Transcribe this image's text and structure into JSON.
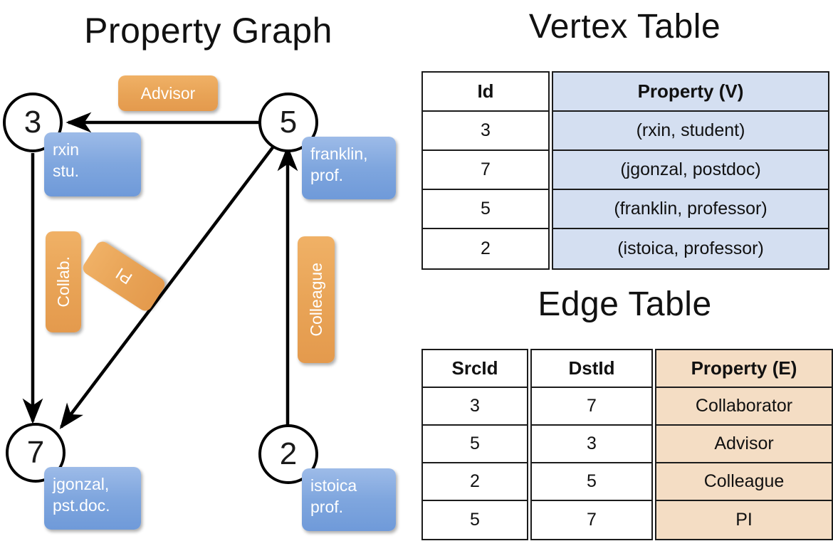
{
  "graph": {
    "title": "Property Graph",
    "nodes": [
      {
        "id": "3",
        "property_label": "rxin\nstu."
      },
      {
        "id": "5",
        "property_label": "franklin,\nprof."
      },
      {
        "id": "7",
        "property_label": "jgonzal,\npst.doc."
      },
      {
        "id": "2",
        "property_label": "istoica\nprof."
      }
    ],
    "node_labels": {
      "n3": "3",
      "n5": "5",
      "n7": "7",
      "n2": "2"
    },
    "vertex_props": {
      "rxin_line1": "rxin",
      "rxin_line2": "stu.",
      "franklin_line1": "franklin,",
      "franklin_line2": "prof.",
      "jgonzal_line1": "jgonzal,",
      "jgonzal_line2": "pst.doc.",
      "istoica_line1": "istoica",
      "istoica_line2": "prof."
    },
    "edge_labels": {
      "advisor": "Advisor",
      "collab": "Collab.",
      "pi": "PI",
      "colleague": "Colleague"
    },
    "edges": [
      {
        "from": "5",
        "to": "3",
        "label": "Advisor"
      },
      {
        "from": "3",
        "to": "7",
        "label": "Collab."
      },
      {
        "from": "5",
        "to": "7",
        "label": "PI"
      },
      {
        "from": "2",
        "to": "5",
        "label": "Colleague"
      }
    ],
    "colors": {
      "node_stroke": "#000000",
      "vertex_box": "#7fa6de",
      "edge_box": "#e8a356",
      "arrow": "#000000"
    }
  },
  "vertex_table": {
    "title": "Vertex Table",
    "headers": [
      "Id",
      "Property (V)"
    ],
    "rows": [
      {
        "id": "3",
        "property": "(rxin, student)"
      },
      {
        "id": "7",
        "property": "(jgonzal, postdoc)"
      },
      {
        "id": "5",
        "property": "(franklin, professor)"
      },
      {
        "id": "2",
        "property": "(istoica, professor)"
      }
    ],
    "header_fill": "#d4dff1"
  },
  "edge_table": {
    "title": "Edge Table",
    "headers": [
      "SrcId",
      "DstId",
      "Property (E)"
    ],
    "rows": [
      {
        "src": "3",
        "dst": "7",
        "property": "Collaborator"
      },
      {
        "src": "5",
        "dst": "3",
        "property": "Advisor"
      },
      {
        "src": "2",
        "dst": "5",
        "property": "Colleague"
      },
      {
        "src": "5",
        "dst": "7",
        "property": "PI"
      }
    ],
    "header_fill": "#f4ddc4"
  }
}
